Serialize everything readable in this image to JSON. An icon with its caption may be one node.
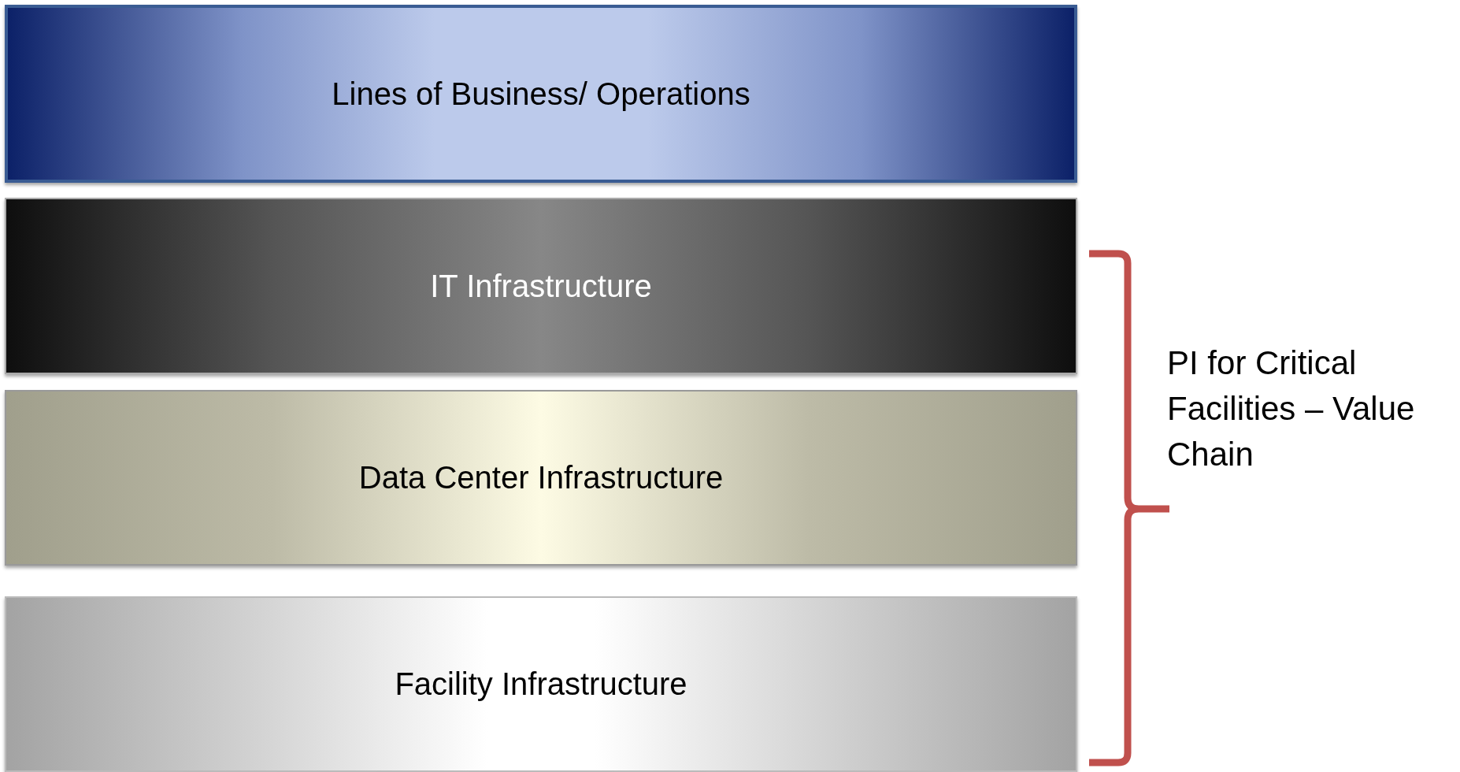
{
  "diagram": {
    "nodes": [
      {
        "text": [
          "Lines of Business/ Operations"
        ]
      },
      {
        "text": [
          "IT Infrastructure"
        ]
      },
      {
        "text": [
          "Data Center Infrastructure"
        ]
      },
      {
        "text": [
          "Facility Infrastructure"
        ]
      }
    ],
    "labels": [
      "PI for Critical Facilities – Value Chain"
    ]
  }
}
